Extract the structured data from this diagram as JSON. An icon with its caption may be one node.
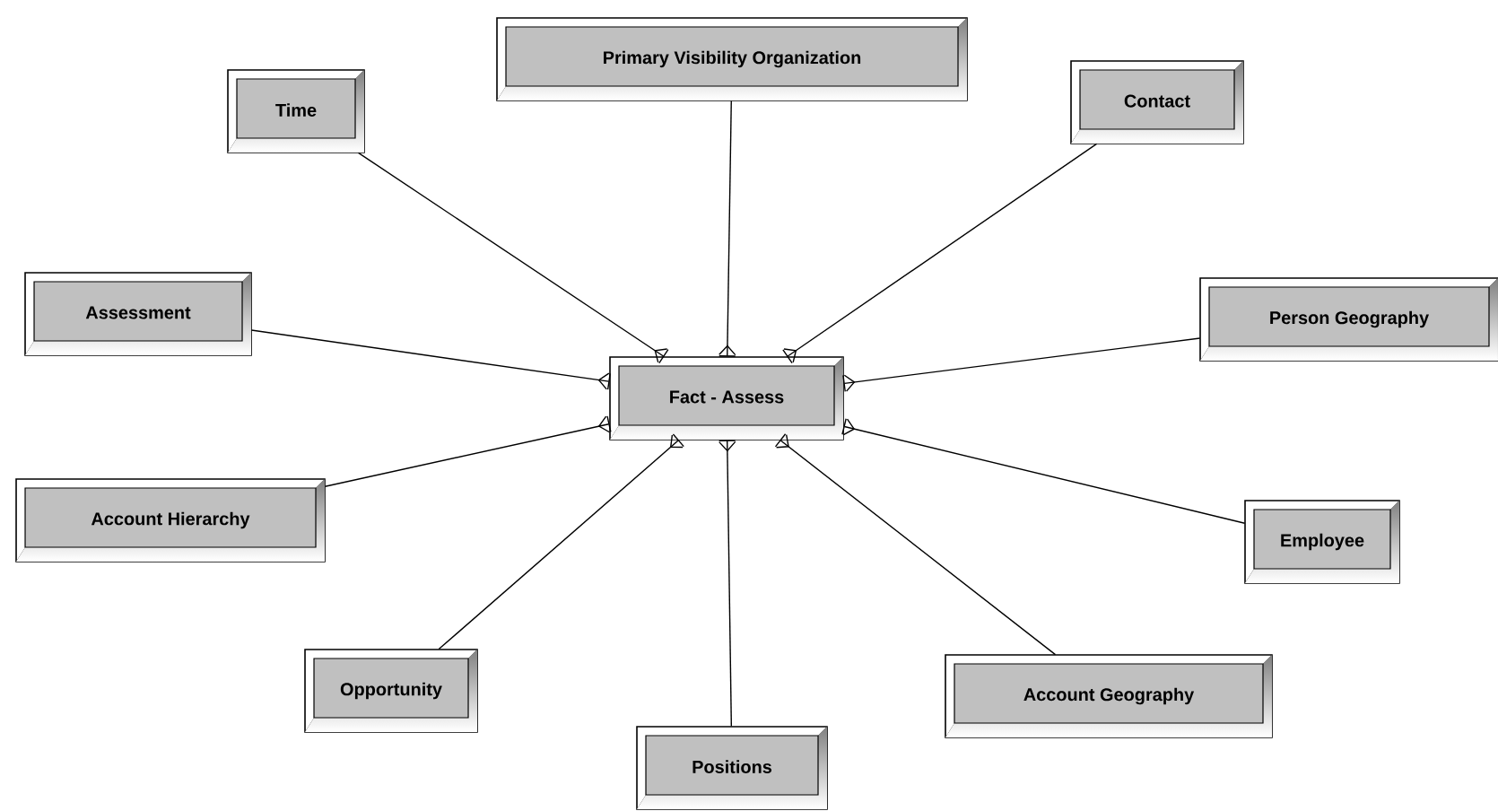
{
  "diagram": {
    "nodes": [
      {
        "text": [
          "Primary Visibility Organization"
        ]
      },
      {
        "text": [
          "Time"
        ]
      },
      {
        "text": [
          "Contact"
        ]
      },
      {
        "text": [
          "Assessment"
        ]
      },
      {
        "text": [
          "Fact - Assess"
        ]
      },
      {
        "text": [
          "Person Geography"
        ]
      },
      {
        "text": [
          "Account Hierarchy"
        ]
      },
      {
        "text": [
          "Employee"
        ]
      },
      {
        "text": [
          "Opportunity"
        ]
      },
      {
        "text": [
          "Account Geography"
        ]
      },
      {
        "text": [
          "Positions"
        ]
      }
    ],
    "edges": [
      {
        "from": 1,
        "to": 4,
        "arrow": "other"
      },
      {
        "from": 0,
        "to": 4,
        "arrow": "other"
      },
      {
        "from": 2,
        "to": 4,
        "arrow": "other"
      },
      {
        "from": 3,
        "to": 4,
        "arrow": "other"
      },
      {
        "from": 5,
        "to": 4,
        "arrow": "other"
      },
      {
        "from": 6,
        "to": 4,
        "arrow": "other"
      },
      {
        "from": 7,
        "to": 4,
        "arrow": "other"
      },
      {
        "from": 8,
        "to": 4,
        "arrow": "other"
      },
      {
        "from": 9,
        "to": 4,
        "arrow": "other"
      },
      {
        "from": 10,
        "to": 4,
        "arrow": "other"
      }
    ]
  }
}
